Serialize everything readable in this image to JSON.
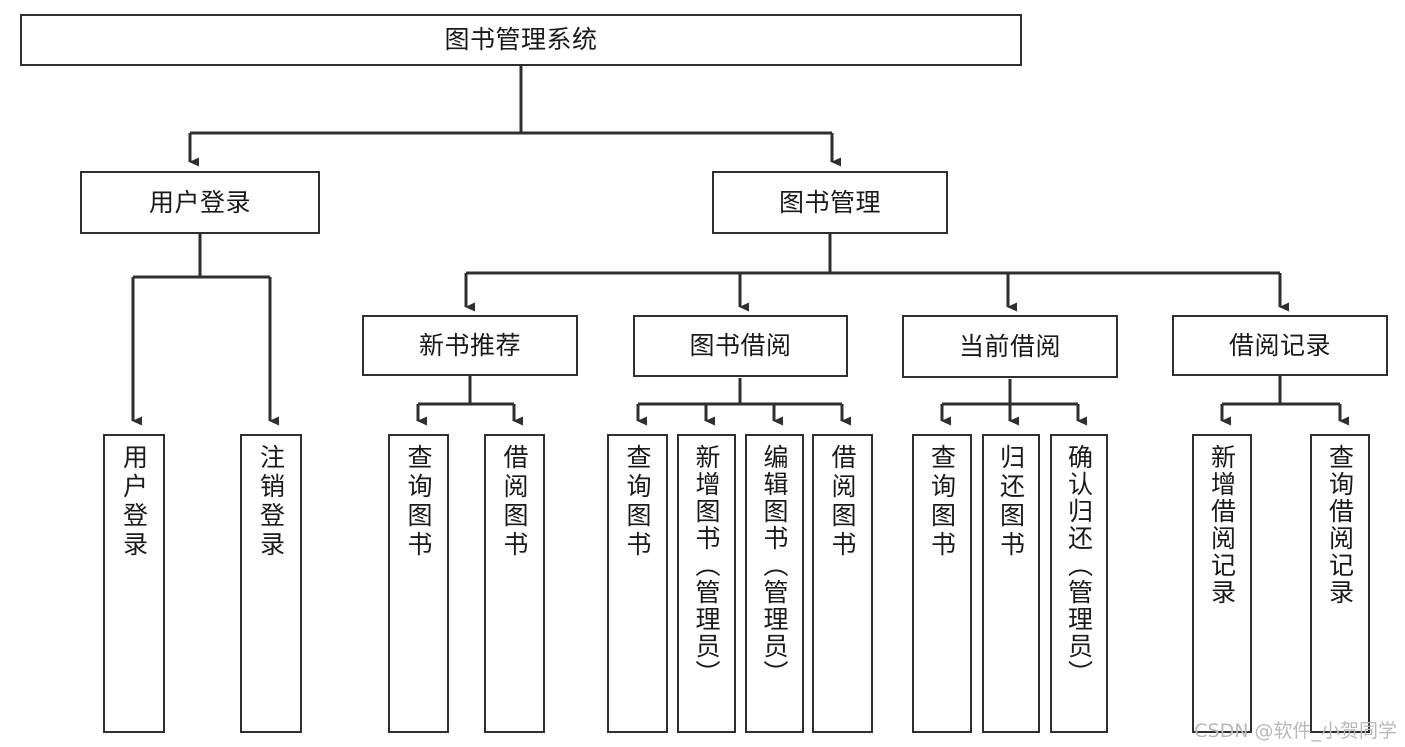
{
  "diagram": {
    "title": "图书管理系统",
    "type": "tree-hierarchy",
    "orientation": "top-down",
    "colors": {
      "box_border": "#2f2f2f",
      "box_fill": "#ffffff",
      "edge": "#2f2f2f",
      "text": "#1a1a1a",
      "watermark": "#b9b9b9"
    },
    "nodes": {
      "root": {
        "label": "图书管理系统"
      },
      "level1": [
        {
          "id": "user-login",
          "label": "用户登录"
        },
        {
          "id": "book-manage",
          "label": "图书管理"
        }
      ],
      "level2": [
        {
          "id": "new-book-recommend",
          "label": "新书推荐"
        },
        {
          "id": "book-borrow",
          "label": "图书借阅"
        },
        {
          "id": "current-borrow",
          "label": "当前借阅"
        },
        {
          "id": "borrow-record",
          "label": "借阅记录"
        }
      ],
      "leaves": {
        "user_login": [
          {
            "id": "leaf-user-login",
            "label": "用户登录"
          },
          {
            "id": "leaf-logout-login",
            "label": "注销登录"
          }
        ],
        "new_book_recommend": [
          {
            "id": "leaf-query-book-1",
            "label": "查询图书"
          },
          {
            "id": "leaf-borrow-book-1",
            "label": "借阅图书"
          }
        ],
        "book_borrow": [
          {
            "id": "leaf-query-book-2",
            "label": "查询图书"
          },
          {
            "id": "leaf-add-book",
            "label": "新增图书（管理员）"
          },
          {
            "id": "leaf-edit-book",
            "label": "编辑图书（管理员）"
          },
          {
            "id": "leaf-borrow-book-2",
            "label": "借阅图书"
          }
        ],
        "current_borrow": [
          {
            "id": "leaf-query-book-3",
            "label": "查询图书"
          },
          {
            "id": "leaf-return-book",
            "label": "归还图书"
          },
          {
            "id": "leaf-confirm-return",
            "label": "确认归还（管理员）"
          }
        ],
        "borrow_record": [
          {
            "id": "leaf-add-borrow-record",
            "label": "新增借阅记录"
          },
          {
            "id": "leaf-query-borrow-record",
            "label": "查询借阅记录"
          }
        ]
      }
    },
    "watermark": "CSDN @软件_小贺同学"
  }
}
